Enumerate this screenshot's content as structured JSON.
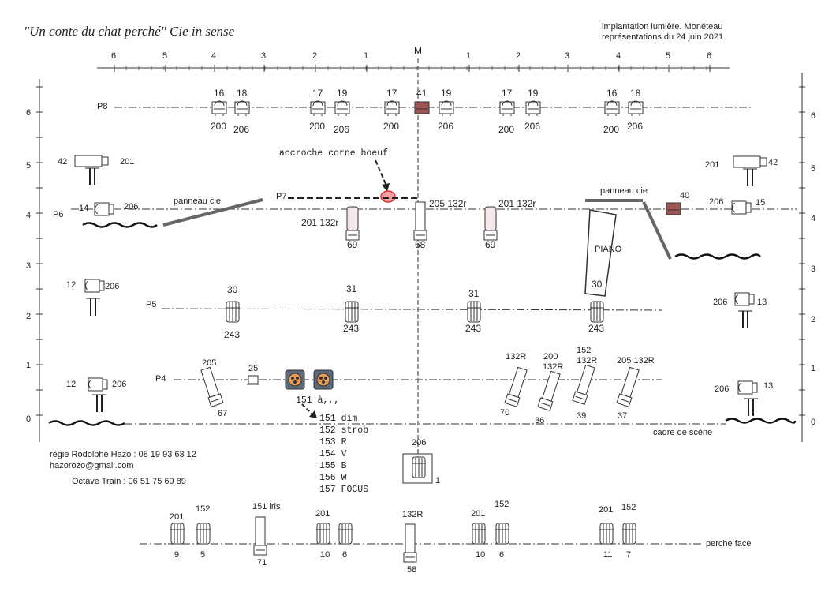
{
  "title": "\"Un conte du chat perché\"   Cie in sense",
  "header_right": {
    "line1": "implantation lumière. Monéteau",
    "line2": "représentations du 24  juin 2021"
  },
  "axis": {
    "center_label": "M",
    "top_ticks_left": [
      "6",
      "5",
      "4",
      "3",
      "2",
      "1"
    ],
    "top_ticks_right": [
      "1",
      "2",
      "3",
      "4",
      "5",
      "6"
    ],
    "side_ticks": [
      "6",
      "5",
      "4",
      "3",
      "2",
      "1",
      "0"
    ]
  },
  "perches": {
    "p8": "P8",
    "p7": "P7",
    "p6": "P6",
    "p5": "P5",
    "p4": "P4",
    "face": "perche face"
  },
  "annotations": {
    "accroche": "accroche corne boeuf",
    "panneau_left": "panneau cie",
    "panneau_right": "panneau cie",
    "piano": "PIANO",
    "cadre": "cadre de scène",
    "gobo": "151 à,,,",
    "fixture_1_label": "206",
    "fixture_1_num": "1"
  },
  "legend": [
    "151 dim",
    "152 strob",
    "153 R",
    "154 V",
    "155 B",
    "156 W",
    "157 FOCUS"
  ],
  "contacts": {
    "regie": "régie Rodolphe Hazo : 08 19 93 63 12",
    "email": "hazorozo@gmail.com",
    "octave": "Octave Train : 06 51 75 69 89"
  },
  "p8_fixtures": [
    {
      "top": "16",
      "bottom": "200"
    },
    {
      "top": "18",
      "bottom": "206"
    },
    {
      "top": "17",
      "bottom": "200"
    },
    {
      "top": "19",
      "bottom": "206"
    },
    {
      "top": "17",
      "bottom": "200"
    },
    {
      "top": "41",
      "bottom": ""
    },
    {
      "top": "19",
      "bottom": "206"
    },
    {
      "top": "17",
      "bottom": "200"
    },
    {
      "top": "19",
      "bottom": "206"
    },
    {
      "top": "16",
      "bottom": "200"
    },
    {
      "top": "18",
      "bottom": "206"
    }
  ],
  "side_fixtures": {
    "left_5": {
      "ch": "42",
      "filter": "201"
    },
    "left_4": {
      "ch": "14",
      "filter": "206"
    },
    "left_2": {
      "ch": "12",
      "filter": "206"
    },
    "left_0": {
      "ch": "12",
      "filter": "206"
    },
    "right_5": {
      "ch": "42",
      "filter": "201"
    },
    "right_4": {
      "ch": "15",
      "filter": "206"
    },
    "right_2": {
      "ch": "13",
      "filter": "206"
    },
    "right_0": {
      "ch": "13",
      "filter": "206"
    },
    "red_40": "40"
  },
  "p7_fixtures": [
    {
      "filter": "201 132r",
      "ch": "69"
    },
    {
      "filter": "205 132r",
      "ch": "68"
    },
    {
      "filter": "201 132r",
      "ch": "69"
    }
  ],
  "p5_fixtures": [
    {
      "top": "30",
      "bottom": "243"
    },
    {
      "top": "31",
      "bottom": "243"
    },
    {
      "top": "31",
      "bottom": "243"
    },
    {
      "top": "30",
      "bottom": "243"
    }
  ],
  "p4_fixtures": {
    "a_filter": "205",
    "a_ch": "67",
    "b_ch": "25",
    "c_filter": "132R",
    "c_ch": "70",
    "d_filter1": "200",
    "d_filter2": "132R",
    "d_ch": "36",
    "e_filter1": "152",
    "e_filter2": "132R",
    "e_ch": "39",
    "f_filter": "205 132R",
    "f_ch": "37"
  },
  "face_fixtures": [
    {
      "top": "201",
      "bottom": "9"
    },
    {
      "top": "152",
      "bottom": "5"
    },
    {
      "top": "151  iris",
      "bottom": "71"
    },
    {
      "top": "201",
      "bottom": "10"
    },
    {
      "top": "",
      "bottom": "6"
    },
    {
      "top": "132R",
      "bottom": "58"
    },
    {
      "top": "201",
      "bottom": "10"
    },
    {
      "top": "152",
      "bottom": "6"
    },
    {
      "top": "201",
      "bottom": "11"
    },
    {
      "top": "152",
      "bottom": "7"
    }
  ],
  "colors": {
    "highlight": "#a05555",
    "accroche": "#e53030",
    "line": "#333333"
  }
}
